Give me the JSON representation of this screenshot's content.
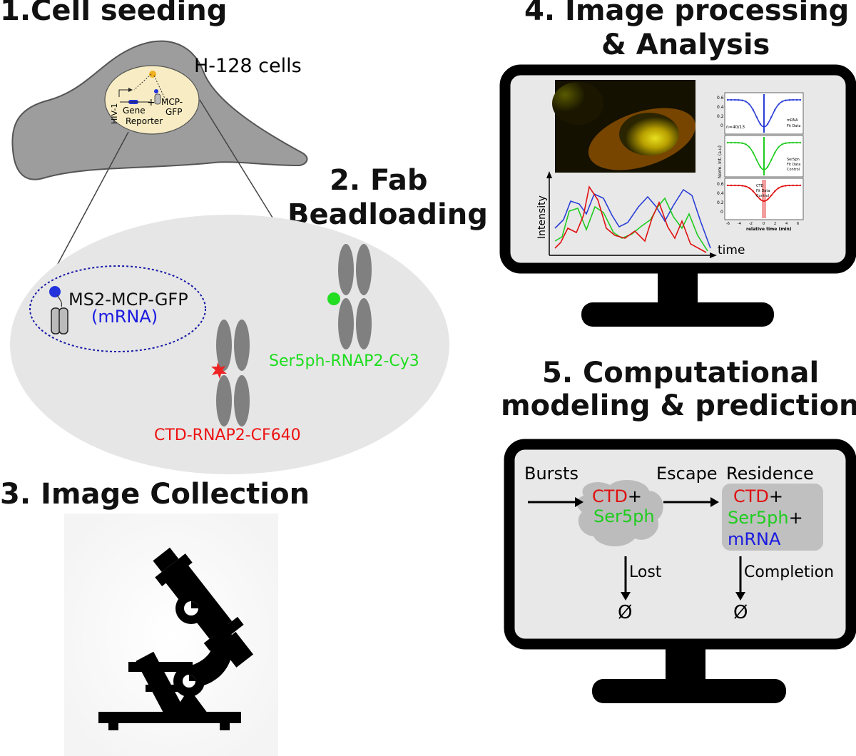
{
  "steps": {
    "s1": "1.Cell seeding",
    "s2a": "2. Fab",
    "s2b": "Beadloading",
    "s3": "3. Image Collection",
    "s4a": "4. Image processing",
    "s4b": "& Analysis",
    "s5a": "5. Computational",
    "s5b": "modeling & predictions"
  },
  "cell": {
    "label": "H-128 cells",
    "nucleus": {
      "hiv": "HIV-1",
      "gene": "Gene",
      "reporter": "Reporter",
      "plus": "+",
      "mcp1": "MCP-",
      "mcp2": "GFP"
    }
  },
  "nucleus_zoom": {
    "ms2": "MS2-MCP-GFP",
    "mrna": "(mRNA)",
    "ser5": "Ser5ph-RNAP2-Cy3",
    "ctd": "CTD-RNAP2-CF640"
  },
  "analysis": {
    "ylabel": "Intensity",
    "xlabel": "time",
    "corr": {
      "p1_ticks": [
        "0.6",
        "0.4",
        "0.2",
        "0"
      ],
      "p1_note": "n=40/13",
      "p1_legend": [
        "mRNA",
        "Fit Data"
      ],
      "p2_ylabel": "Norm. Int. (a.u)",
      "p2_legend": [
        "SerSph",
        "Fit Data",
        "Control"
      ],
      "p3_legend": [
        "CTD",
        "Fit Data",
        "Control"
      ],
      "p3_ticks": [
        "0.6",
        "0.4",
        "0.2",
        "0"
      ],
      "xticks": [
        "-6",
        "-4",
        "-2",
        "0",
        "2",
        "4",
        "6"
      ],
      "xlabel": "relative time (min)"
    },
    "colors": {
      "mrna": "#2a3fd6",
      "ser5": "#1fcc1f",
      "ctd": "#e01010"
    }
  },
  "model": {
    "bursts": "Bursts",
    "escape": "Escape",
    "residence": "Residence",
    "ctd": "CTD",
    "plus": "+",
    "ser5": "Ser5ph",
    "mrna": "mRNA",
    "lost": "Lost",
    "completion": "Completion",
    "empty": "Ø",
    "colors": {
      "ctd": "#e01010",
      "ser5": "#1fcc1f",
      "mrna": "#1a1ae0"
    }
  }
}
